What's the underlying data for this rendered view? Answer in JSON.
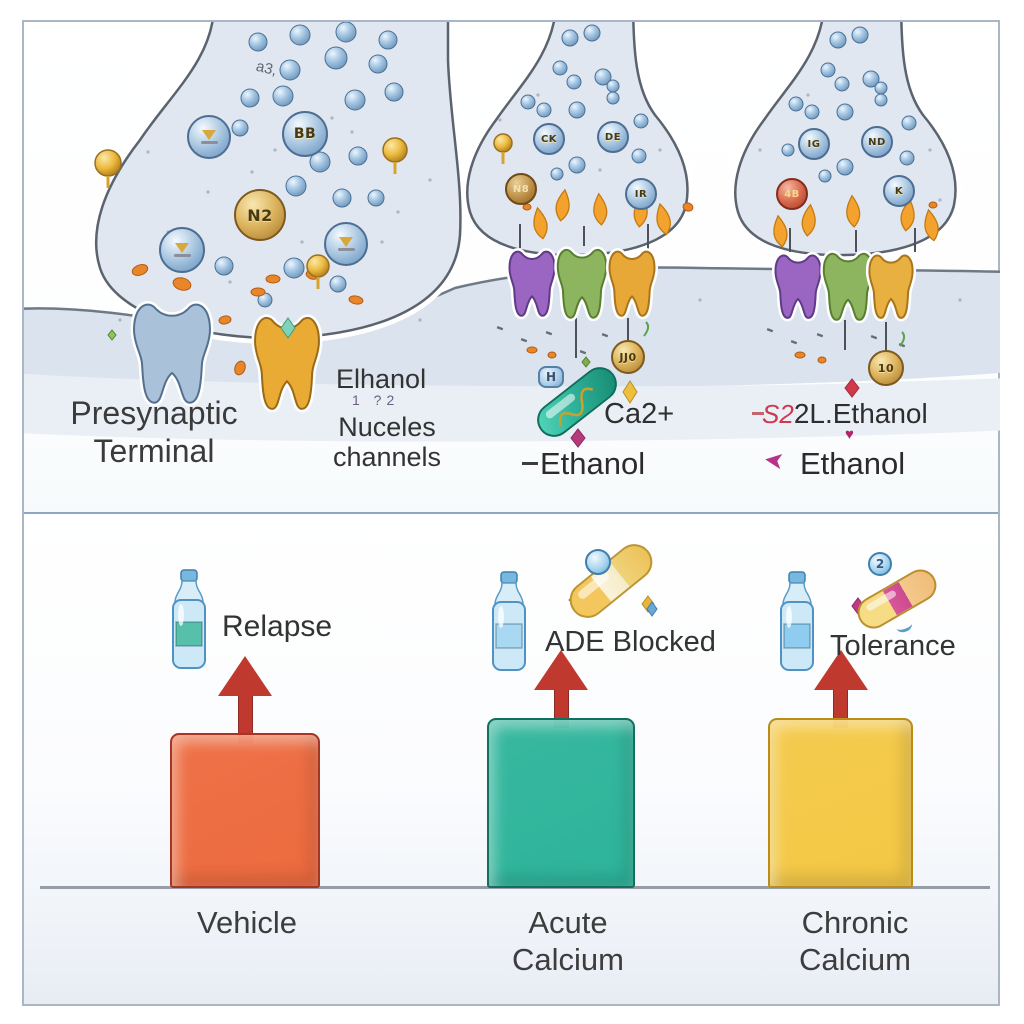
{
  "top_panel": {
    "terminal1": {
      "title": "Presynaptic\nTerminal",
      "vesicle_glyph": "a3,",
      "ethanol_label": "Elhanol",
      "glyph_row": "1 ?2",
      "channels_label": "Nuceles\nchannels",
      "sphere_glyphs": {
        "sphere_b": "BB",
        "gold_sphere": "N2"
      }
    },
    "terminal2": {
      "sphere_glyphs": [
        "CK",
        "DE",
        "N8",
        "IR"
      ],
      "hanging_sphere_glyph": "JJ0",
      "pill_glyph": "H",
      "ca_label": "Ca2+",
      "ethanol_label": "Ethanol"
    },
    "terminal3": {
      "sphere_glyphs": [
        "IG",
        "ND",
        "4B",
        "K"
      ],
      "hanging_sphere_glyph": "10",
      "pre_red": "S2",
      "pre_dark": "2L.Ethanol",
      "heart_glyph": "♥",
      "arrow_glyph": "➤",
      "ethanol_label": "Ethanol"
    }
  },
  "chart_data": {
    "type": "bar",
    "categories": [
      "Vehicle",
      "Acute Calcium",
      "Chronic Calcium"
    ],
    "category_display": [
      "Vehicle",
      "Acute\nCalcium",
      "Chronic\nCalcium"
    ],
    "values": [
      0.91,
      1.0,
      1.0
    ],
    "value_note": "relative bar heights; no y-axis scale shown",
    "annotations": [
      "Relapse",
      "ADE Blocked",
      "Tolerance"
    ],
    "bar_colors": [
      "#ed6a3e",
      "#2db49a",
      "#f4c845"
    ],
    "bar_border_colors": [
      "#a83524",
      "#12715c",
      "#bb8d18"
    ],
    "arrow_color": "#c0392f",
    "baseline_color": "#979da6",
    "bottle_band_colors": [
      "#56c0ab",
      "#a9d9f2",
      "#8fcdf0"
    ],
    "tolerance_sphere_glyph": "2",
    "title": "",
    "xlabel": "",
    "ylabel": "",
    "grid": false,
    "legend": false
  }
}
